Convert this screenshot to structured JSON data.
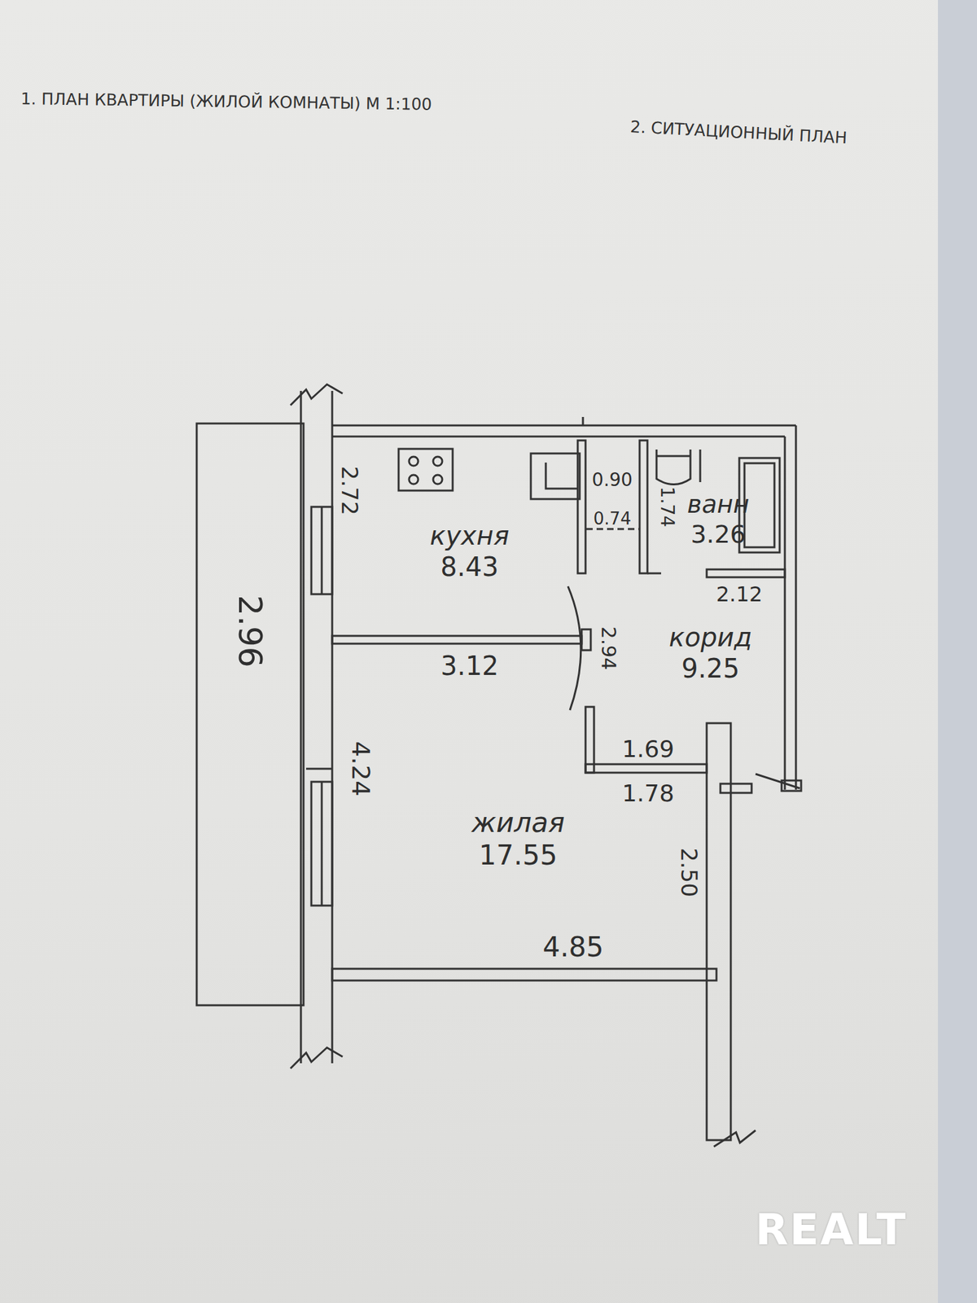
{
  "diagram": {
    "title": "1. ПЛАН КВАРТИРЫ (ЖИЛОЙ КОМНАТЫ) М 1:100",
    "nodes": [
      {
        "text": [
          "кухня",
          "8.43"
        ]
      },
      {
        "text": [
          "ванн",
          "3.26"
        ]
      },
      {
        "text": [
          "корид",
          "9.25"
        ]
      },
      {
        "text": [
          "жилая",
          "17.55"
        ]
      }
    ],
    "labels": [
      "2. СИТУАЦИОННЫЙ ПЛАН",
      "2.96",
      "2.72",
      "0.90",
      "0.74",
      "1.74",
      "2.12",
      "3.12",
      "2.94",
      "1.69",
      "1.78",
      "4.24",
      "2.50",
      "4.85",
      "REALT"
    ]
  }
}
